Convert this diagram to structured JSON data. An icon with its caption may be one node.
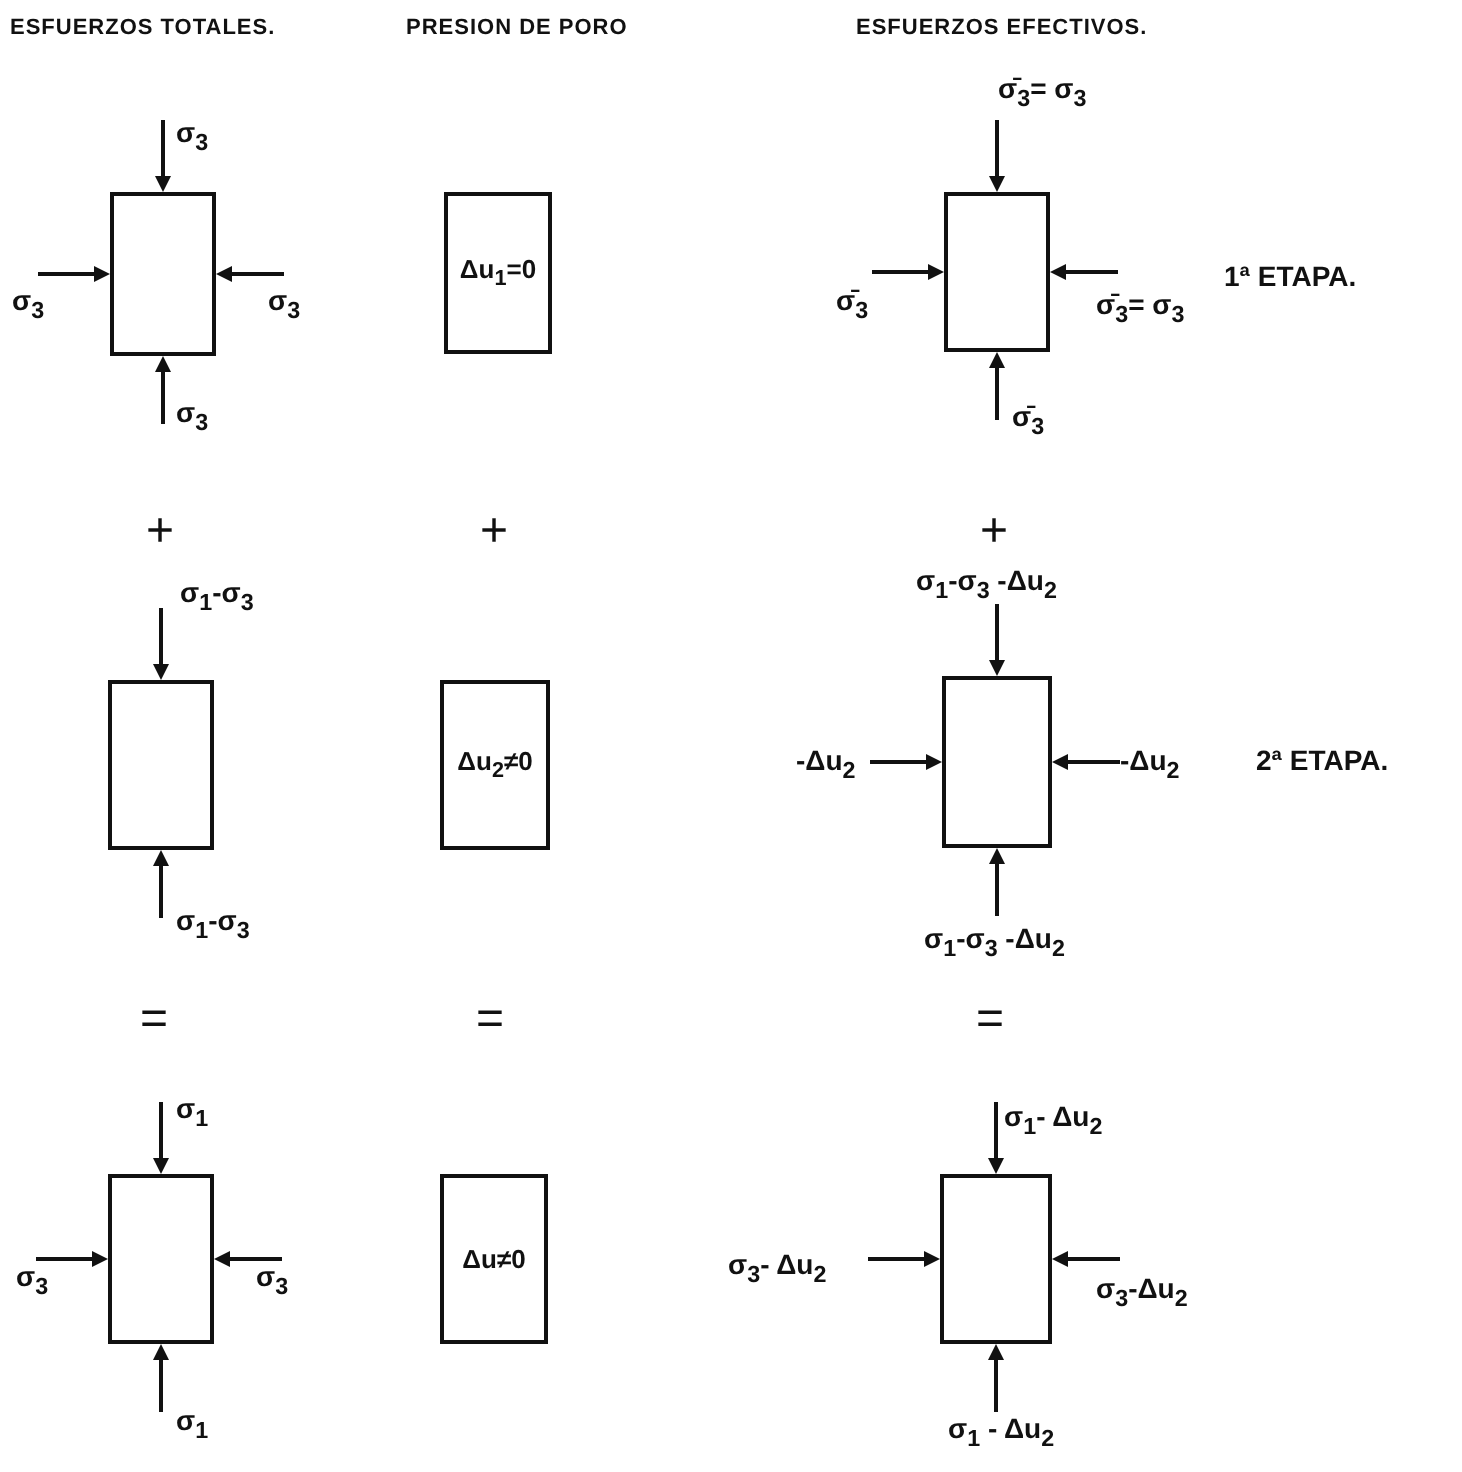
{
  "diagram": {
    "nodes": [
      {
        "text": [],
        "shape": "box"
      },
      {
        "text": [
          "Δu$_{1}$=0"
        ]
      },
      {
        "text": [],
        "shape": "box"
      },
      {
        "text": [],
        "shape": "box"
      },
      {
        "text": [
          "Δu$_{2}$≠0"
        ]
      },
      {
        "text": [],
        "shape": "box"
      },
      {
        "text": [],
        "shape": "box"
      },
      {
        "text": [
          "Δu≠0"
        ]
      },
      {
        "text": [],
        "shape": "box"
      }
    ],
    "edges": [],
    "labels": [
      "ESFUERZOS TOTALES.",
      "PRESION DE PORO",
      "ESFUERZOS EFECTIVOS.",
      "σ$_{3}$",
      "σ̄$_{3}$= σ$_{3}$",
      "σ$_{3}$",
      "σ$_{3}$",
      "σ̄$_{3}$",
      "σ̄$_{3}$= σ$_{3}$",
      "1ª ETAPA.",
      "σ$_{3}$",
      "σ̄$_{3}$",
      "+",
      "+",
      "+",
      "σ$_{1}$-σ$_{3}$",
      "σ$_{1}$-σ$_{3}$ -Δu$_{2}$",
      "-Δu$_{2}$",
      "-Δu$_{2}$",
      "2ª ETAPA.",
      "σ$_{1}$-σ$_{3}$",
      "σ$_{1}$-σ$_{3}$ -Δu$_{2}$",
      "=",
      "=",
      "=",
      "σ$_{1}$",
      "σ$_{1}$- Δu$_{2}$",
      "σ$_{3}$",
      "σ$_{3}$- Δu$_{2}$",
      "σ$_{3}$",
      "σ$_{3}$-Δu$_{2}$",
      "σ$_{1}$",
      "σ$_{1}$ - Δu$_{2}$"
    ]
  }
}
